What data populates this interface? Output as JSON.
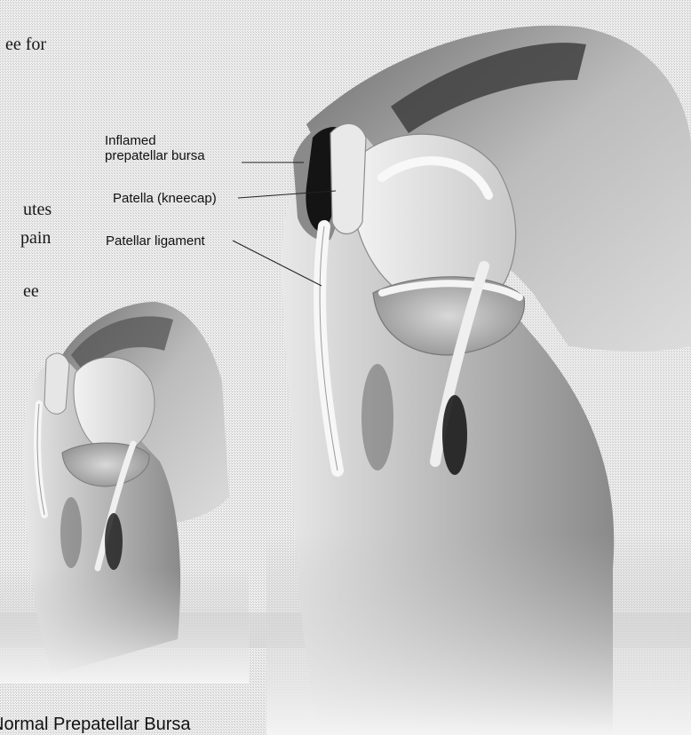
{
  "fragments": {
    "line1": "ee for",
    "line2": "utes",
    "line3": "pain",
    "line4": "ee"
  },
  "labels": {
    "bursa_line1": "Inflamed",
    "bursa_line2": "prepatellar bursa",
    "patella": "Patella (kneecap)",
    "ligament": "Patellar ligament"
  },
  "caption": "Normal Prepatellar Bursa"
}
